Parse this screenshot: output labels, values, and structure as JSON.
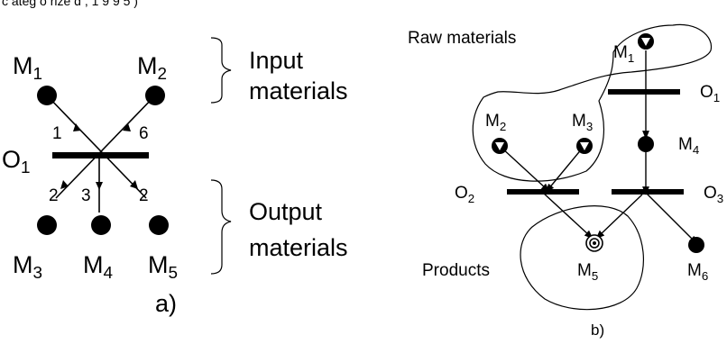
{
  "top_fragment": "c ateg o rize d , 1 9 9 5 )",
  "panel_a": {
    "caption": "a)",
    "nodes": [
      {
        "letter": "M",
        "sub": "1"
      },
      {
        "letter": "M",
        "sub": "2"
      },
      {
        "letter": "O",
        "sub": "1"
      },
      {
        "letter": "M",
        "sub": "3"
      },
      {
        "letter": "M",
        "sub": "4"
      },
      {
        "letter": "M",
        "sub": "5"
      }
    ],
    "arc_weights": [
      "1",
      "6",
      "2",
      "3",
      "2"
    ],
    "brace_labels": {
      "input_line1": "Input",
      "input_line2": "materials",
      "output_line1": "Output",
      "output_line2": "materials"
    }
  },
  "panel_b": {
    "caption": "b)",
    "raw_materials_label": "Raw materials",
    "products_label": "Products",
    "nodes": [
      {
        "letter": "M",
        "sub": "1"
      },
      {
        "letter": "O",
        "sub": "1"
      },
      {
        "letter": "M",
        "sub": "2"
      },
      {
        "letter": "M",
        "sub": "3"
      },
      {
        "letter": "M",
        "sub": "4"
      },
      {
        "letter": "O",
        "sub": "2"
      },
      {
        "letter": "O",
        "sub": "3"
      },
      {
        "letter": "M",
        "sub": "5"
      },
      {
        "letter": "M",
        "sub": "6"
      }
    ]
  }
}
